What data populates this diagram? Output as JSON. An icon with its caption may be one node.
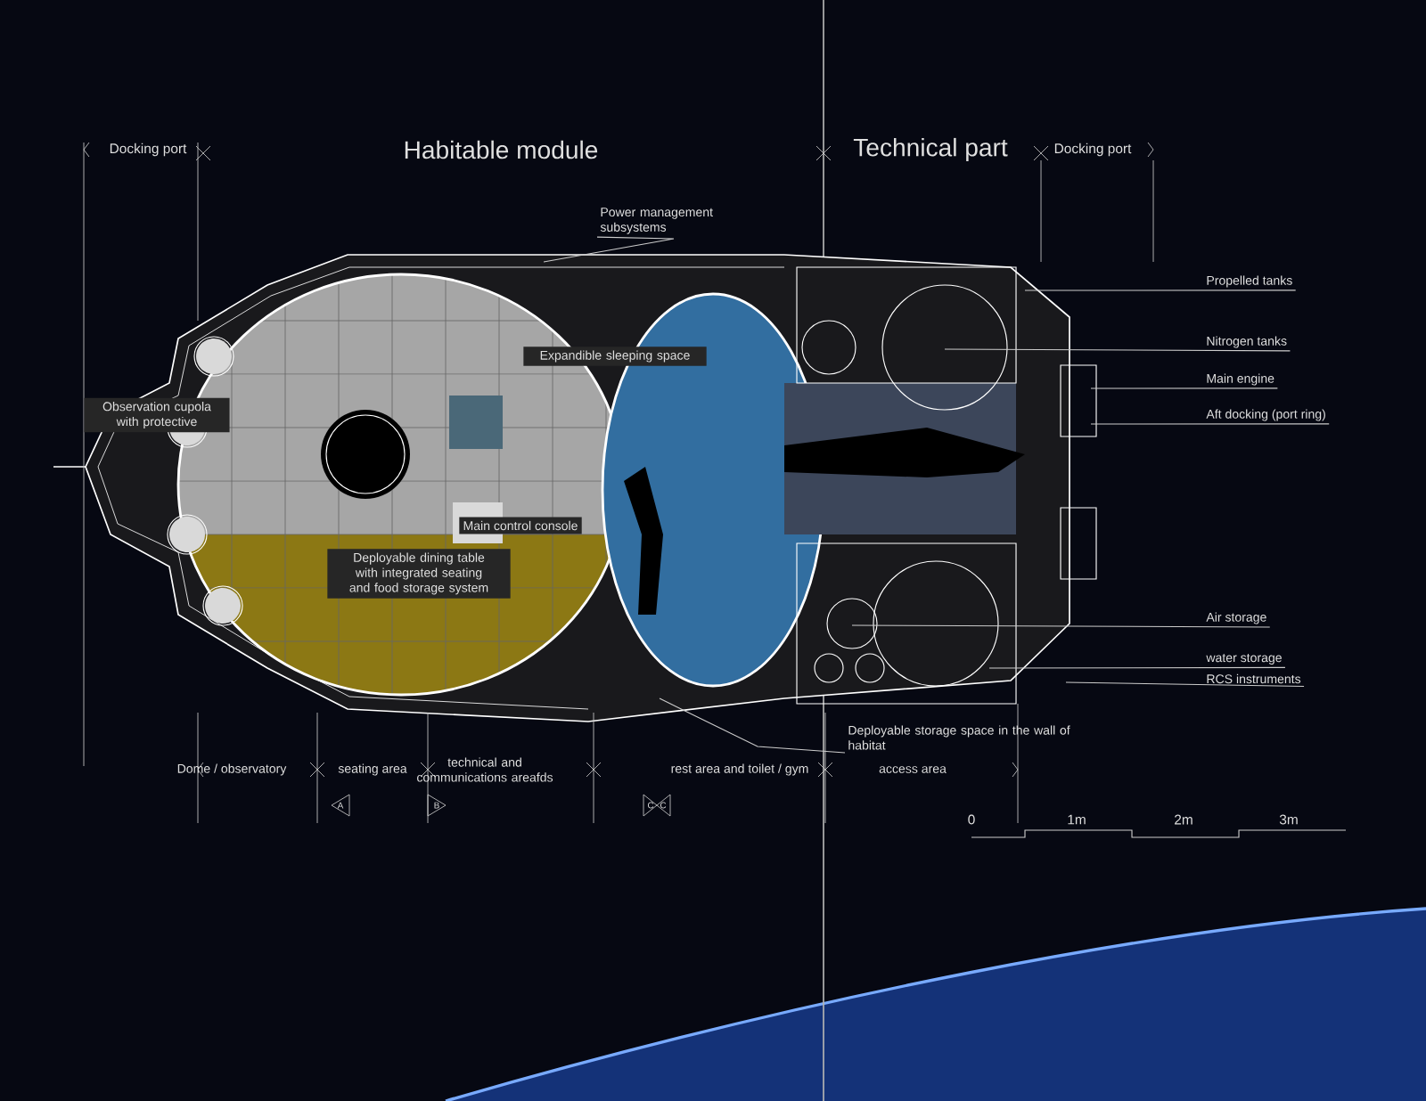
{
  "diagram": {
    "nodes": [
      {
        "text": [
          "Power management subsystems"
        ]
      },
      {
        "text": [
          "Propelled tanks"
        ]
      },
      {
        "text": [
          "Nitrogen tanks"
        ]
      },
      {
        "text": [
          "Main engine"
        ]
      },
      {
        "text": [
          "Aft docking (port ring)"
        ]
      },
      {
        "text": [
          "Air storage"
        ]
      },
      {
        "text": [
          "water storage"
        ]
      },
      {
        "text": [
          "RCS instruments"
        ]
      },
      {
        "text": [
          "Deployable storage space in the wall of habitat"
        ]
      }
    ],
    "edges": [
      {
        "from": 0,
        "to": null,
        "arrow": "none"
      },
      {
        "from": 1,
        "to": null,
        "arrow": "none"
      },
      {
        "from": 2,
        "to": null,
        "arrow": "none"
      },
      {
        "from": 3,
        "to": null,
        "arrow": "none"
      },
      {
        "from": 4,
        "to": null,
        "arrow": "none"
      },
      {
        "from": 5,
        "to": null,
        "arrow": "none"
      },
      {
        "from": 6,
        "to": null,
        "arrow": "none"
      },
      {
        "from": 7,
        "to": null,
        "arrow": "none"
      },
      {
        "from": 8,
        "to": null,
        "arrow": "none"
      }
    ],
    "labels": [
      "Docking port",
      "Habitable module",
      "Technical part",
      "Docking port",
      "Expandible sleeping space",
      "Observation cupola with protective",
      "Main control console",
      "Deployable dining table with integrated seating and food storage system",
      "Dome / observatory",
      "seating area",
      "technical and communications areafds",
      "rest area and toilet / gym",
      "access area",
      "A",
      "B",
      "C",
      "C",
      "0",
      "1m",
      "2m",
      "3m"
    ]
  }
}
